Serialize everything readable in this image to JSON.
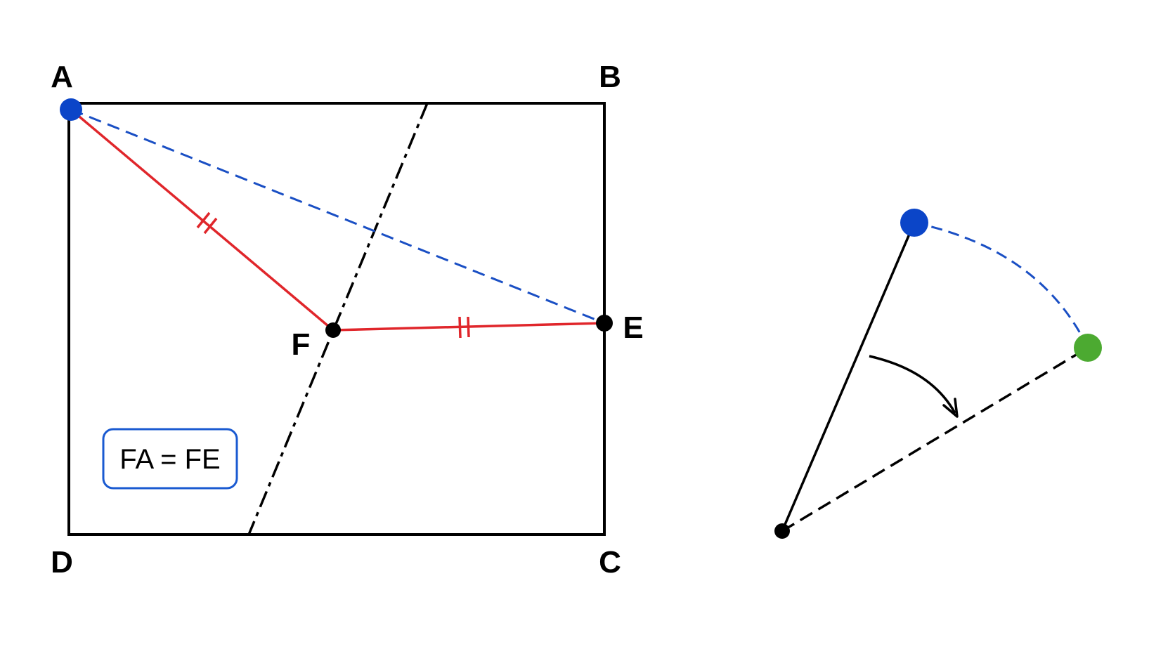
{
  "labels": {
    "A": "A",
    "B": "B",
    "C": "C",
    "D": "D",
    "E": "E",
    "F": "F"
  },
  "equation": "FA = FE",
  "colors": {
    "outline": "#000000",
    "equal_segments": "#e0262b",
    "fold_guide": "#1a4fc4",
    "moved_point": "#0b45c8",
    "target_point": "#4caa31",
    "equation_border": "#1a5ad1"
  }
}
